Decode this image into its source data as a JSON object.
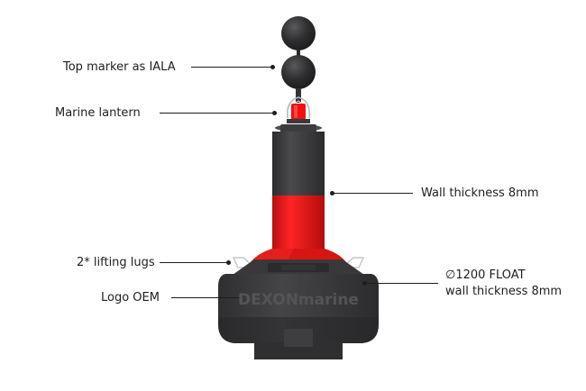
{
  "callouts": {
    "top_marker": "Top marker as IALA",
    "lantern": "Marine lantern",
    "wall": "Wall thickness 8mm",
    "lugs": "2* lifting lugs",
    "float_line1": "∅1200 FLOAT",
    "float_line2": "wall thickness 8mm",
    "logo": "Logo OEM"
  },
  "brand": "DEXONmarine",
  "colors": {
    "body": "#3b3b3d",
    "body_dark": "#2a2a2c",
    "band": "#e81616",
    "lantern": "#f01010",
    "text": "#1e1e1e"
  }
}
